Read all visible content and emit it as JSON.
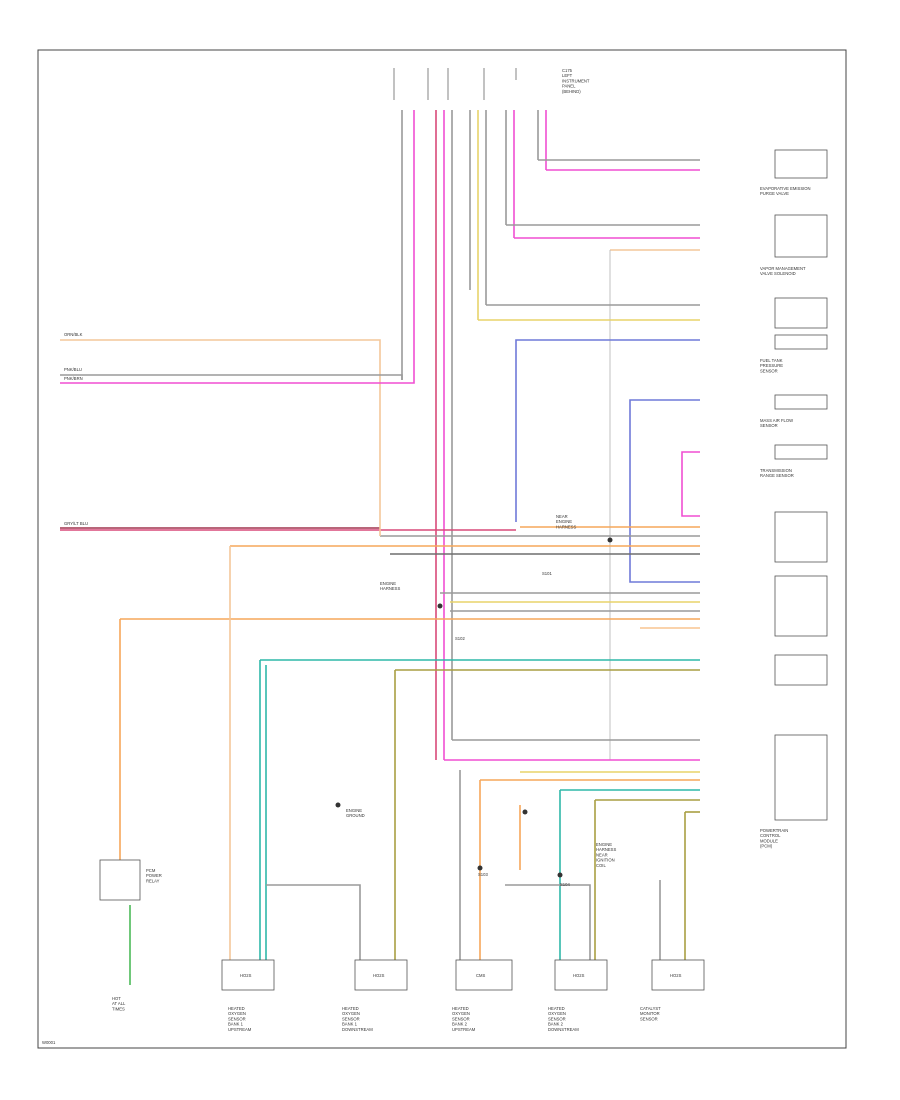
{
  "page": {
    "footer_code": "W0001"
  },
  "colors": {
    "pink": "#f04fd2",
    "pink_red": "#d94a7a",
    "orange": "#f6a75a",
    "peach": "#f3c79a",
    "yellow": "#e8d36a",
    "olive": "#a99e42",
    "teal": "#2fb8a8",
    "green": "#4dbb59",
    "blue": "#6f7ad8",
    "gray": "#9a9a9a",
    "dark_gray": "#6e6e6e",
    "maroon": "#a0334f"
  },
  "labels": {
    "top_note": "C175\nLEFT\nINSTRUMENT\nPANEL\n(BEHIND)",
    "left_wire_1": "ORN/BLK",
    "left_wire_2a": "PNK/BLU",
    "left_wire_2b": "PNK/BRN",
    "left_wire_3": "GRY/LT BLU",
    "right_module_1": "EVAPORATIVE EMISSION\nPURGE VALVE",
    "right_module_2": "VAPOR MANAGEMENT\nVALVE SOLENOID",
    "right_module_3": "FUEL TANK\nPRESSURE\nSENSOR",
    "right_module_4": "MASS AIR FLOW\nSENSOR",
    "right_module_5": "TRANSMISSION\nRANGE SENSOR",
    "right_module_6": "POWERTRAIN\nCONTROL\nMODULE\n(PCM)",
    "bottom_1": "HEATED\nOXYGEN\nSENSOR\nBANK 1\nUPSTREAM",
    "bottom_2": "HEATED\nOXYGEN\nSENSOR\nBANK 1\nDOWNSTREAM",
    "bottom_3": "HEATED\nOXYGEN\nSENSOR\nBANK 2\nUPSTREAM",
    "bottom_4": "HEATED\nOXYGEN\nSENSOR\nBANK 2\nDOWNSTREAM",
    "bottom_5": "CATALYST\nMONITOR\nSENSOR",
    "bottom_left": "HOT\nAT ALL\nTIMES",
    "relay_label": "PCM\nPOWER\nRELAY",
    "splice_1": "S101",
    "splice_2": "S102",
    "splice_3": "S103",
    "splice_4": "S104",
    "mid_note_1": "NEAR\nENGINE\nHARNESS",
    "mid_note_2": "ENGINE\nHARNESS",
    "mid_note_3": "ENGINE\nGROUND",
    "mid_note_4": "ENGINE\nHARNESS\nNEAR\nIGNITION\nCOIL",
    "box_1": "HO2S",
    "box_2": "HO2S",
    "box_3": "CMS",
    "box_4": "HO2S",
    "box_5": "HO2S"
  }
}
